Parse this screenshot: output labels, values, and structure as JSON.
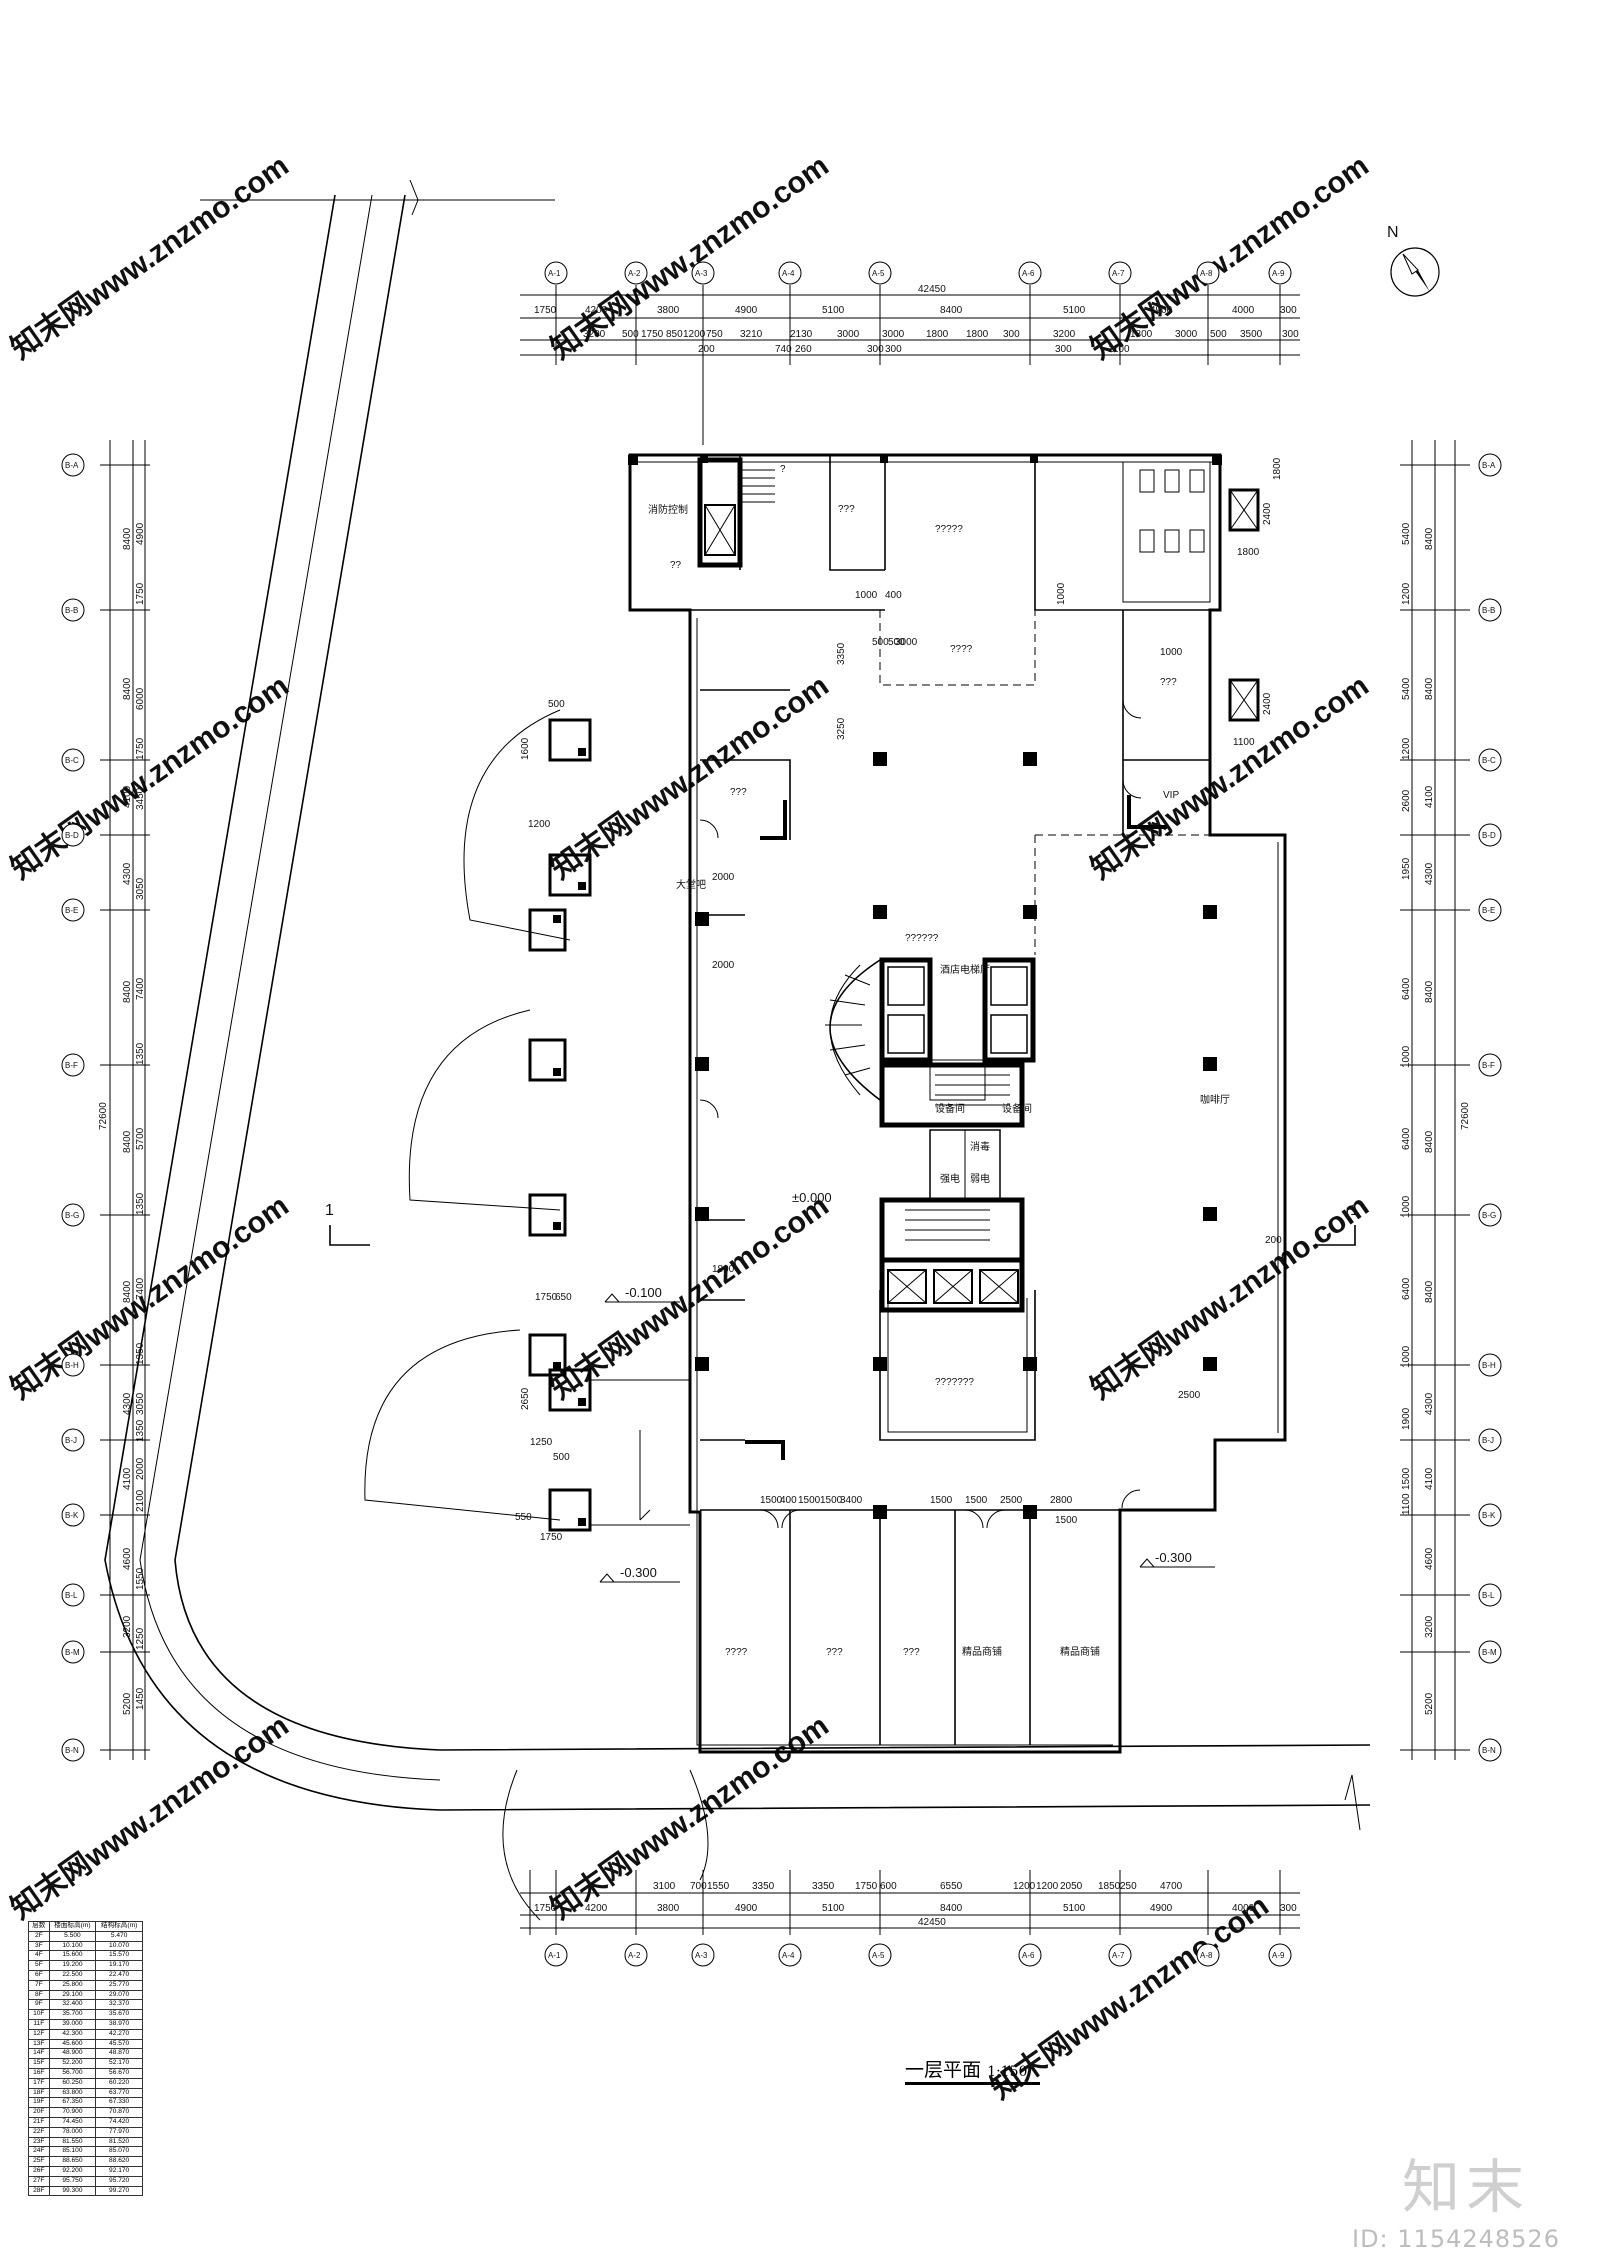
{
  "drawing": {
    "title": "一层平面",
    "scale": "1:150",
    "north": "N",
    "watermark_text": "知末网www.znzmo.com",
    "brand": "知末",
    "image_id": "ID: 1154248526"
  },
  "levels": {
    "ground": "±0.000",
    "left_plaza": "-0.100",
    "left_road": "-0.300",
    "right_road": "-0.300"
  },
  "section_mark": {
    "label": "1"
  },
  "axes": {
    "horizontal": [
      "A-1",
      "A-2",
      "A-3",
      "A-4",
      "A-5",
      "A-6",
      "A-7",
      "A-8",
      "A-9"
    ],
    "vertical": [
      "B-A",
      "B-B",
      "B-C",
      "B-D",
      "B-E",
      "B-F",
      "B-G",
      "B-H",
      "B-J",
      "B-K",
      "B-L",
      "B-M",
      "B-N"
    ]
  },
  "dimensions": {
    "top_total": "42450",
    "top_row1": [
      "1750",
      "4200",
      "3800",
      "4900",
      "5100",
      "8400",
      "5100",
      "4900",
      "4000",
      "300"
    ],
    "top_row2": [
      "3200",
      "500",
      "1750",
      "850",
      "1200",
      "750",
      "3210",
      "2130",
      "3000",
      "3000",
      "1800",
      "1800",
      "300",
      "3200",
      "1800",
      "3000",
      "500",
      "3500",
      "300"
    ],
    "top_row3": [
      "200",
      "740",
      "260",
      "300",
      "300",
      "300",
      "1100"
    ],
    "bottom_total": "42450",
    "bottom_row1": [
      "3100",
      "700",
      "1550",
      "3350",
      "3350",
      "1750",
      "600",
      "6550",
      "1200",
      "1200",
      "2050",
      "1850",
      "250",
      "4700"
    ],
    "bottom_row2": [
      "1750",
      "4200",
      "3800",
      "4900",
      "5100",
      "8400",
      "5100",
      "4900",
      "4000",
      "300"
    ],
    "left_total": "72600",
    "left_row1": [
      "8400",
      "8400",
      "4100",
      "4300",
      "8400",
      "8400",
      "8400",
      "4300",
      "4100",
      "4600",
      "3200",
      "5200"
    ],
    "left_row2": [
      "4900",
      "1750",
      "6000",
      "1750",
      "3450",
      "3050",
      "7400",
      "1350",
      "5700",
      "1350",
      "7400",
      "1350",
      "3050",
      "1350",
      "2000",
      "2100",
      "1550",
      "1250",
      "1450"
    ],
    "right_total": "72600",
    "right_row1": [
      "8400",
      "8400",
      "4100",
      "4300",
      "8400",
      "8400",
      "8400",
      "4300",
      "4100",
      "4600",
      "3200",
      "5200"
    ],
    "right_row2": [
      "5400",
      "1200",
      "5400",
      "1200",
      "2600",
      "1950",
      "6400",
      "1000",
      "6400",
      "1000",
      "6400",
      "1000",
      "1900",
      "1500",
      "1100"
    ],
    "interior": [
      "2000",
      "2000",
      "1800",
      "2500",
      "1500",
      "400",
      "1500",
      "1500",
      "3400",
      "1500",
      "1500",
      "2500",
      "2800",
      "1500",
      "3350",
      "3250",
      "1000",
      "400",
      "1000",
      "500",
      "500",
      "3000",
      "1800",
      "2400",
      "2400",
      "1800",
      "1100",
      "200",
      "1000",
      "1200",
      "1750",
      "650",
      "500",
      "1600",
      "2650",
      "500",
      "1250",
      "550",
      "1750"
    ]
  },
  "rooms": {
    "fire_control": "消防控制",
    "hall": "大堂吧",
    "coffee": "咖啡厅",
    "elevator_hall": "酒店电梯厅",
    "vip": "VIP",
    "shop_a": "精品商铺",
    "shop_b": "精品商铺",
    "equip_a": "设备间",
    "equip_b": "设备间",
    "power_a": "强电",
    "power_b": "弱电",
    "fire_room": "消毒",
    "unknown_1": "???",
    "unknown_2": "?????",
    "unknown_3": "????",
    "unknown_4": "???",
    "unknown_5": "???",
    "unknown_6": "??????",
    "unknown_7": "????",
    "unknown_8": "???",
    "unknown_9": "???",
    "unknown_10": "???????",
    "unknown_11": "??",
    "unknown_12": "?"
  },
  "floor_table": {
    "headers": [
      "层数",
      "楼面标高(m)",
      "结构标高(m)"
    ],
    "rows": [
      [
        "2F",
        "5.500",
        "5.470"
      ],
      [
        "3F",
        "10.100",
        "10.070"
      ],
      [
        "4F",
        "15.600",
        "15.570"
      ],
      [
        "5F",
        "19.200",
        "19.170"
      ],
      [
        "6F",
        "22.500",
        "22.470"
      ],
      [
        "7F",
        "25.800",
        "25.770"
      ],
      [
        "8F",
        "29.100",
        "29.070"
      ],
      [
        "9F",
        "32.400",
        "32.370"
      ],
      [
        "10F",
        "35.700",
        "35.670"
      ],
      [
        "11F",
        "39.000",
        "38.970"
      ],
      [
        "12F",
        "42.300",
        "42.270"
      ],
      [
        "13F",
        "45.600",
        "45.570"
      ],
      [
        "14F",
        "48.900",
        "48.870"
      ],
      [
        "15F",
        "52.200",
        "52.170"
      ],
      [
        "16F",
        "56.700",
        "56.670"
      ],
      [
        "17F",
        "60.250",
        "60.220"
      ],
      [
        "18F",
        "63.800",
        "63.770"
      ],
      [
        "19F",
        "67.350",
        "67.330"
      ],
      [
        "20F",
        "70.900",
        "70.870"
      ],
      [
        "21F",
        "74.450",
        "74.420"
      ],
      [
        "22F",
        "78.000",
        "77.970"
      ],
      [
        "23F",
        "81.550",
        "81.520"
      ],
      [
        "24F",
        "85.100",
        "85.070"
      ],
      [
        "25F",
        "88.650",
        "88.620"
      ],
      [
        "26F",
        "92.200",
        "92.170"
      ],
      [
        "27F",
        "95.750",
        "95.720"
      ],
      [
        "28F",
        "99.300",
        "99.270"
      ]
    ]
  }
}
